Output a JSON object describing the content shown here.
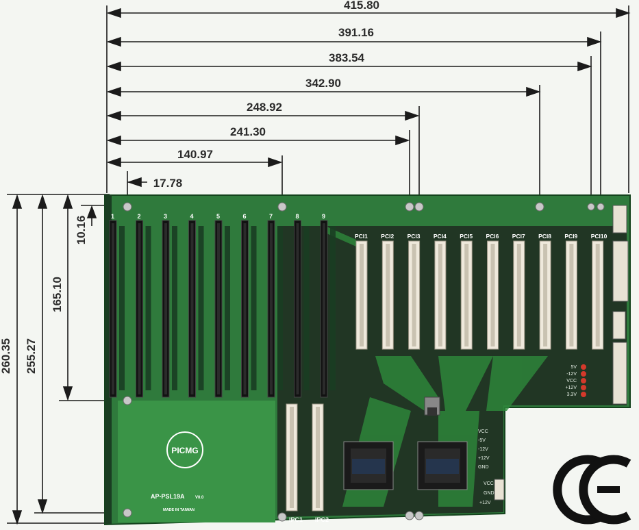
{
  "dimensions": {
    "horizontal": [
      {
        "label": "415.80"
      },
      {
        "label": "391.16"
      },
      {
        "label": "383.54"
      },
      {
        "label": "342.90"
      },
      {
        "label": "248.92"
      },
      {
        "label": "241.30"
      },
      {
        "label": "140.97"
      },
      {
        "label": "17.78"
      }
    ],
    "vertical": [
      {
        "label": "260.35"
      },
      {
        "label": "255.27"
      },
      {
        "label": "165.10"
      },
      {
        "label": "10.16"
      }
    ]
  },
  "board": {
    "isa_slots": [
      "1",
      "2",
      "3",
      "4",
      "5",
      "6",
      "7",
      "8",
      "9"
    ],
    "pci_slots": [
      "PCI1",
      "PCI2",
      "PCI3",
      "PCI4",
      "PCI5",
      "PCI6",
      "PCI7",
      "PCI8",
      "PCI9",
      "PCI10"
    ],
    "cpu_slots": [
      "IPC1",
      "IPC2"
    ],
    "logo_text": "PICMG",
    "model_label": "AP-PSL19A",
    "version_label": "V0.0",
    "made_in": "MADE IN TAIWAN",
    "power_labels": [
      "5V",
      "-12V",
      "VCC",
      "+12V",
      "3.3V"
    ],
    "power_labels_right": [
      "VCC",
      "-5V",
      "-12V",
      "+12V",
      "GND"
    ],
    "lower_power_labels": [
      "VCC",
      "GND",
      "+12V"
    ]
  },
  "ce_mark": "CE",
  "colors": {
    "board_green": "#2f7a3c",
    "board_dark": "#1d5a29",
    "slot_white": "#efe9dc",
    "dimension_line": "#1b1b1b",
    "power_led": "#d4392b"
  }
}
